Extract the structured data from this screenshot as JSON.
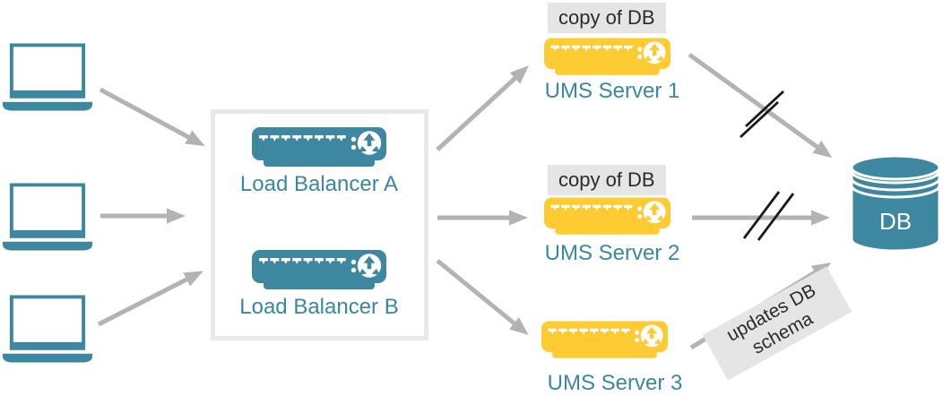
{
  "diagram": {
    "load_balancers": [
      {
        "label": "Load Balancer A"
      },
      {
        "label": "Load Balancer B"
      }
    ],
    "ums_servers": [
      {
        "label": "UMS Server 1",
        "badge": "copy of DB"
      },
      {
        "label": "UMS Server 2",
        "badge": "copy of DB"
      },
      {
        "label": "UMS Server 3"
      }
    ],
    "database": {
      "label": "DB"
    },
    "annotations": {
      "updates_db_schema": {
        "line1": "updates DB",
        "line2": "schema"
      }
    },
    "icons": {
      "client": "laptop-icon",
      "appliance": "server-appliance-icon",
      "appliance_glyph": "branch-arrows-icon",
      "database": "database-cylinder-icon",
      "broken_link": "double-slash-break-icon"
    },
    "colors": {
      "teal": "#3E87A0",
      "label_teal": "#3A87A3",
      "yellow": "#FFCB33",
      "arrow_gray": "#B3B3B3",
      "badge_bg": "#E5E5E5",
      "badge_text": "#2B2B2B",
      "group_box_border": "#E9E9E9",
      "break_slash": "#1A1A1A"
    }
  }
}
